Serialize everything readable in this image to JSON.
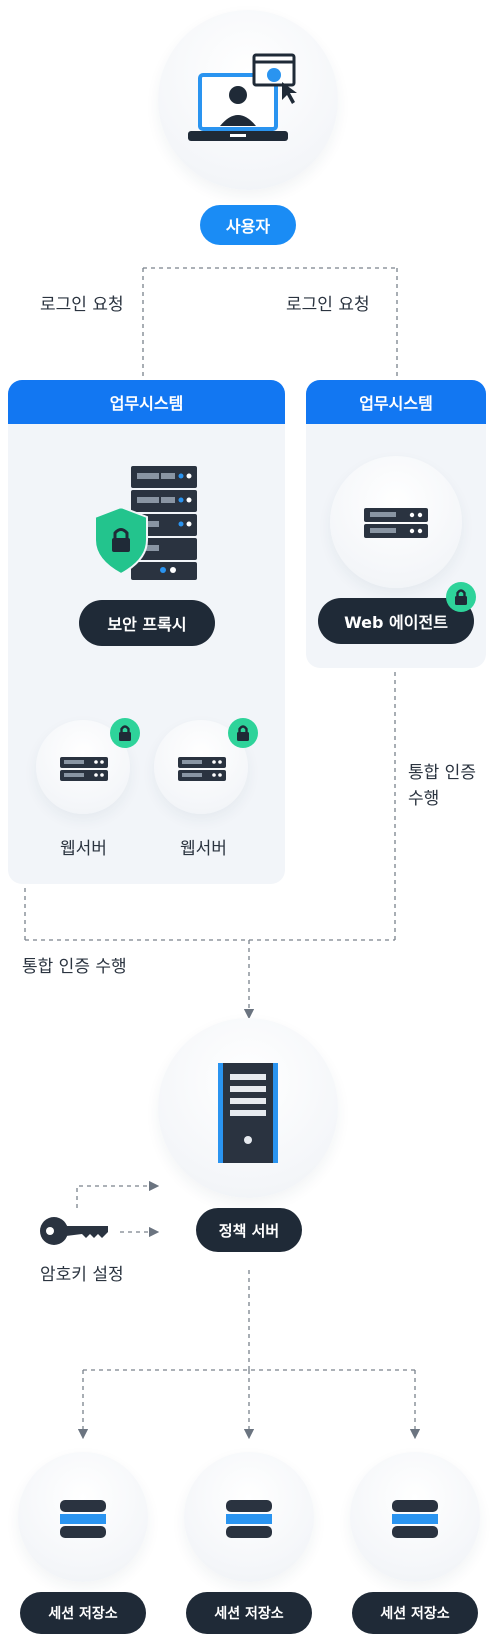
{
  "user": {
    "label": "사용자"
  },
  "flow": {
    "login_left": "로그인 요청",
    "login_right": "로그인 요청",
    "sso_right": [
      "통합 인증",
      "수행"
    ],
    "sso_left": "통합 인증 수행",
    "key_label": "암호키 설정"
  },
  "left_system": {
    "title": "업무시스템",
    "proxy_label": "보안 프록시",
    "web_servers": [
      {
        "label": "웹서버"
      },
      {
        "label": "웹서버"
      }
    ]
  },
  "right_system": {
    "title": "업무시스템",
    "agent_label": "Web 에이전트"
  },
  "policy_server": {
    "label": "정책 서버"
  },
  "session_stores": [
    {
      "label": "세션 저장소"
    },
    {
      "label": "세션 저장소"
    },
    {
      "label": "세션 저장소"
    }
  ],
  "colors": {
    "blue": "#1277f2",
    "pill_blue": "#1a8cf5",
    "dark": "#1f2a37",
    "lock_green": "#2ed39a",
    "panel_bg": "#f2f5f9"
  }
}
